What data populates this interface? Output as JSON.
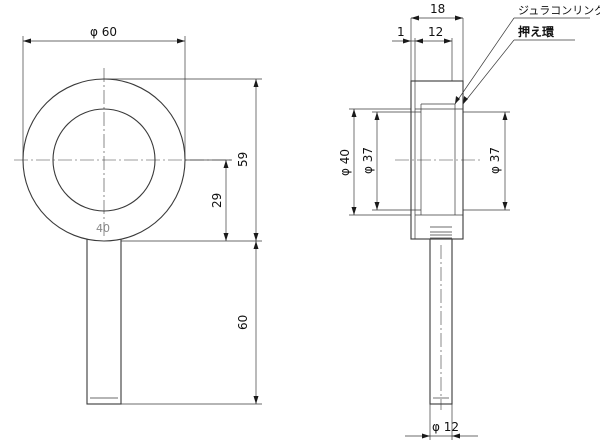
{
  "front_view": {
    "outer_diameter_label": "φ 60",
    "height_59_label": "59",
    "height_29_label": "29",
    "handle_length_label": "60",
    "marking_text": "40"
  },
  "side_view": {
    "total_width_label": "18",
    "left_step_label": "1",
    "ring_width_label": "12",
    "outer_diameter_40_label": "φ 40",
    "inner_diameter_37_left_label": "φ 37",
    "inner_diameter_37_right_label": "φ 37",
    "shaft_diameter_label": "φ 12"
  },
  "callouts": {
    "duracon_ring": "ジュラコンリング",
    "retainer_ring": "押え環"
  }
}
